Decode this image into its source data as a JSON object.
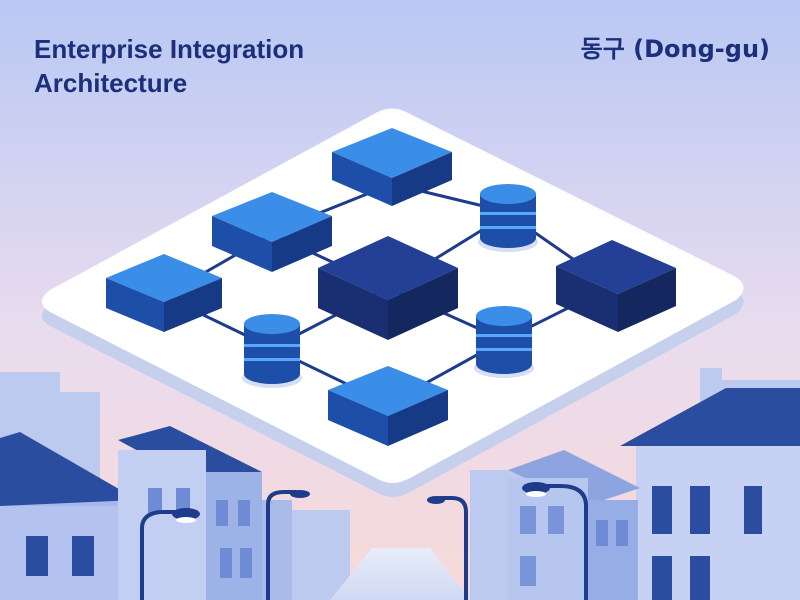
{
  "header": {
    "title_line1": "Enterprise Integration",
    "title_line2": "Architecture",
    "district": "동구 (Dong-gu)"
  },
  "colors": {
    "navy_text": "#1b2f7a",
    "sky_top": "#b9c8f4",
    "sky_bottom": "#f8d9d8",
    "platform": "#ffffff",
    "box_light": "#2f7de0",
    "box_dark": "#1e3b8c",
    "database": "#2b6fd6",
    "connector": "#1e3b8c",
    "buildings": "#8fa6e2"
  },
  "icons": [
    "server-box-icon",
    "database-cylinder-icon",
    "street-lamp-icon"
  ]
}
